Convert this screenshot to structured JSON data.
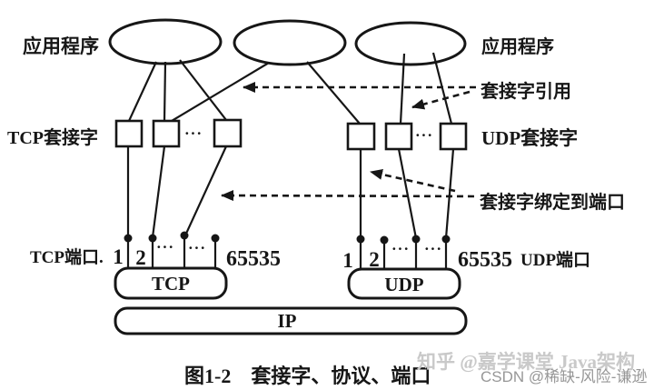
{
  "diagram": {
    "title_caption": "图1-2　套接字、协议、端口",
    "labels": {
      "app_left": "应用程序",
      "app_right": "应用程序",
      "socket_ref": "套接字引用",
      "tcp_socket": "TCP套接字",
      "udp_socket": "UDP套接字",
      "socket_bind": "套接字绑定到端口",
      "tcp_port": "TCP端口.",
      "udp_port": "UDP端口",
      "ellipsis": "···"
    },
    "protocol_boxes": {
      "tcp": "TCP",
      "udp": "UDP",
      "ip": "IP"
    },
    "tcp_ports": {
      "values": [
        "1",
        "2",
        "···",
        "···",
        "65535"
      ]
    },
    "udp_ports": {
      "values": [
        "1",
        "2",
        "···",
        "···",
        "65535"
      ]
    },
    "watermarks": {
      "zhihu": "知乎 @嘉学课堂 Java架构",
      "csdn": "CSDN @稀缺-风险-谦逊"
    },
    "colors": {
      "ink": "#161616",
      "background": "#ffffff",
      "watermark_light": "#c9c9c9",
      "watermark_dark": "#979797"
    }
  }
}
